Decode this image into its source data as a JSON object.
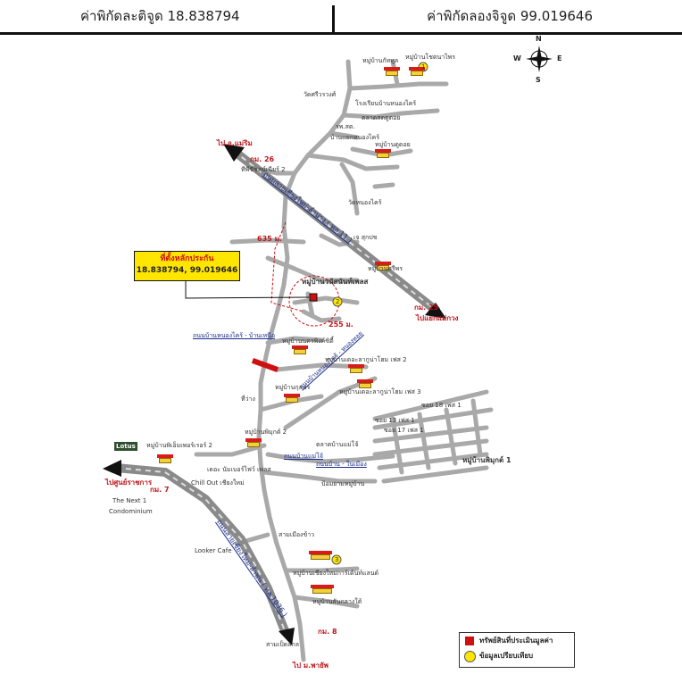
{
  "header": {
    "latitude": "ค่าพิกัดละติจูด 18.838794",
    "longitude": "ค่าพิกัดลองจิจูด 99.019646"
  },
  "compass": {
    "n": "N",
    "s": "S",
    "e": "E",
    "w": "W"
  },
  "callout": {
    "title": "ที่ตั้งหลักประกัน",
    "coords": "18.838794, 99.019646"
  },
  "labels": {
    "to_maerim": "ไป อ.แม่ริม",
    "to_maekuang": "ไปแยกแม่กวง",
    "to_center": "ไปศูนย์ราชการ",
    "to_mayo": "ไป ม.พายัพ",
    "km26": "กม. 26",
    "km25": "กม. 25",
    "km7": "กม. 7",
    "km8": "กม. 8",
    "road_main": "ถนนสายเชียงใหม่-ลำปาง ( ทล.11 )",
    "road_super": "ถนนสายเชียงใหม่-ลำพูน ( ทล.1036 )",
    "road_donjan": "ถนนบ้านหนองไคร้ - บ้านเหนือ",
    "road_4": "ถนนบ้านแม่โจ้",
    "road_5": "ถนนบ้าน - ในเมือง",
    "dist_635": "635 ม.",
    "dist_255": "255 ม.",
    "v_khatoon": "หมู่บ้านกัททูล",
    "v_chotika": "หมู่บ้านโชตนาไพร",
    "wat_siwong": "วัดศรีวรวงศ์",
    "school": "โรงเรียนบ้านหนองไคร้",
    "market": "ตลาดสดดูดอย",
    "hospital": "รพ.สต.",
    "nongkhrai": "บ้านแยกหนองไคร้",
    "v_doikham": "หมู่บ้านดูดอย",
    "v_santisuk": "ทีพีซีชลน์เนียร์ 2",
    "wat_nongkhrai": "วัดหนองไคร้",
    "six_supply": "เจ สุกปช",
    "v_siphon": "หมู่บ้านศรีพร",
    "v_target": "หมู่บ้านวนัสนันท์เพลส",
    "v_nakhon": "หมู่บ้านนครพิงค์ซิตี้",
    "v_lakeside2": "หมู่บ้านเดอะลากูน่าโฮม เฟส 2",
    "v_lakeside3": "หมู่บ้านเดอะลากูน่าโฮม เฟส 3",
    "v_kulphon": "หมู่บ้านกุลพร",
    "thi_wang": "ที่ว่าง",
    "v_phimuk2": "หมู่บ้านพิมุกต์ 2",
    "v_phimuk1": "หมู่บ้านพิมุกต์ 1",
    "market_mai": "ตลาดบ้านแม่โจ้",
    "police": "ป้อมยามหมู่บ้าน",
    "v_siam": "หมู่บ้านพิเอ็มเพอร์เรอร์ 2",
    "lotus": "Lotus",
    "thenext": "The Next 1",
    "condo": "Condominium",
    "chillout": "Chill Out เชียงใหม่",
    "terrace": "เดอะ นัมเบอร์ไฟว์ เพลส",
    "looker": "Looker Cafe",
    "wat_muang": "สามเมืองข้าว",
    "v_chiangmai": "หมู่บ้านเชียงใหม่การ์เด้นท์แลนด์",
    "v_sanklang": "หมู่บ้านสันกลางใต้",
    "sampet": "สามเป็ดสกล",
    "soi13": "ซอย 13 เฟส 1",
    "soi17": "ซอย 17 เฟส 1",
    "soi_x": "ซอย 18 เฟส 1",
    "soi_road": "ถนนบ้านหนองไคร้ - หนองหอย"
  },
  "markers": {
    "c1": "1",
    "c2": "2",
    "c3": "3"
  },
  "legend": {
    "subject": "ทรัพย์สินที่ประเมินมูลค่า",
    "compare": "ข้อมูลเปรียบเทียบ"
  },
  "colors": {
    "road": "#a9a9a9",
    "highway": "#8a8a8a",
    "accent": "#d01010",
    "callout": "#ffe600"
  }
}
